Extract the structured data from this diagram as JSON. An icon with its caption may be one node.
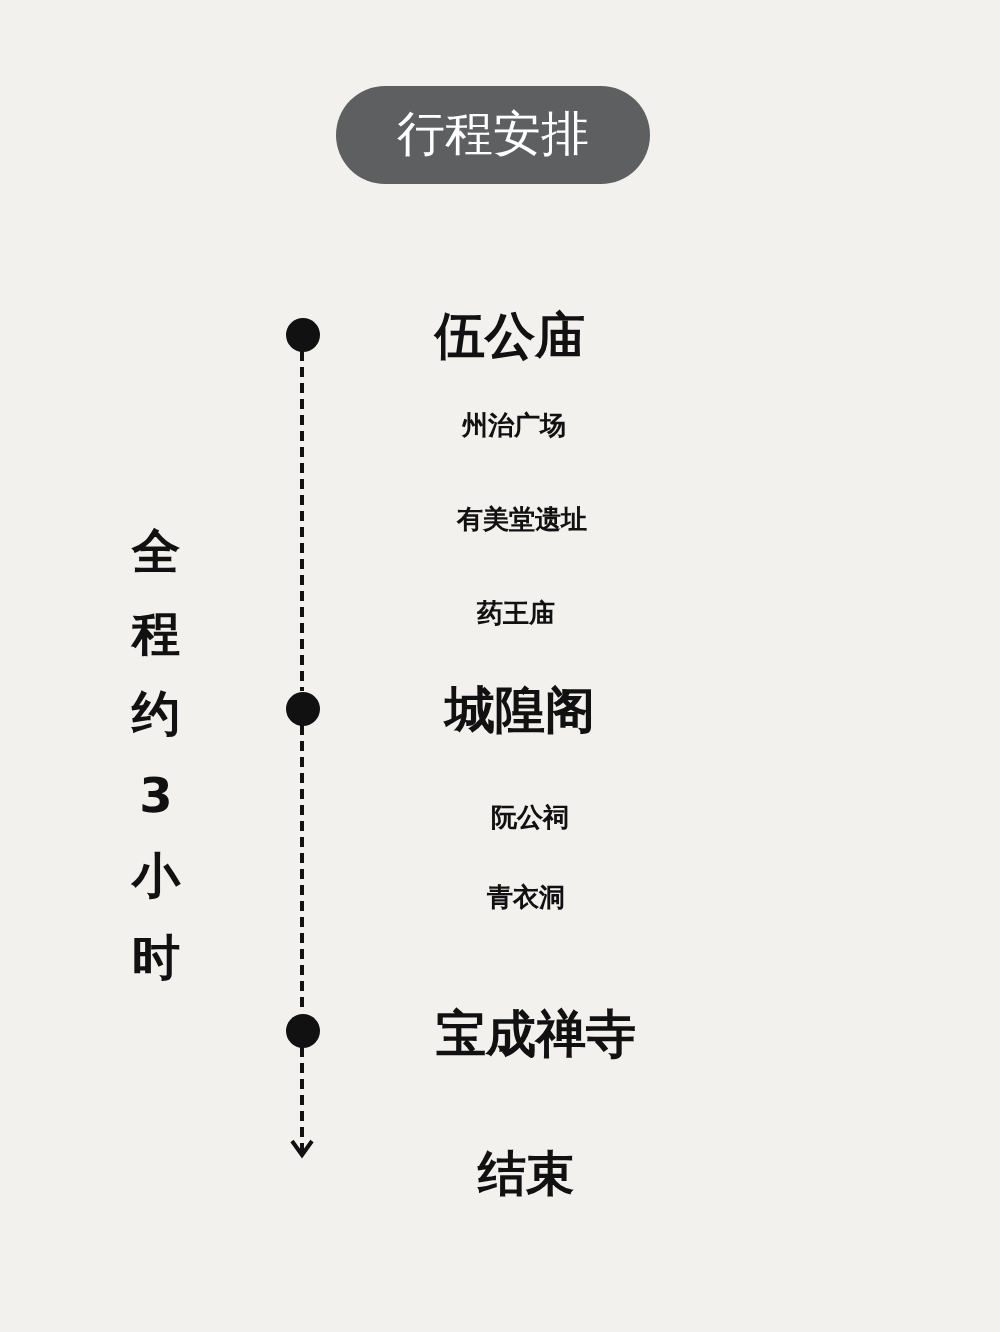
{
  "diagram": {
    "title": "行程安排",
    "nodes": [
      {
        "text": [],
        "shape": "circle",
        "beside": [
          "伍公庙"
        ]
      },
      {
        "text": [],
        "shape": "circle",
        "beside": [
          "城隍阁"
        ]
      },
      {
        "text": [],
        "shape": "circle",
        "beside": [
          "宝成禅寺"
        ]
      }
    ],
    "edges": [
      {
        "from": 0,
        "to": 1,
        "arrow": "none",
        "style": "dashed"
      },
      {
        "from": 1,
        "to": 2,
        "arrow": "none",
        "style": "dashed"
      },
      {
        "from": 2,
        "to": null,
        "arrow": "to",
        "style": "dashed"
      }
    ],
    "labels": [
      "全程约3小时",
      "州治广场",
      "有美堂遗址",
      "药王庙",
      "阮公祠",
      "青衣洞",
      "结束"
    ]
  }
}
